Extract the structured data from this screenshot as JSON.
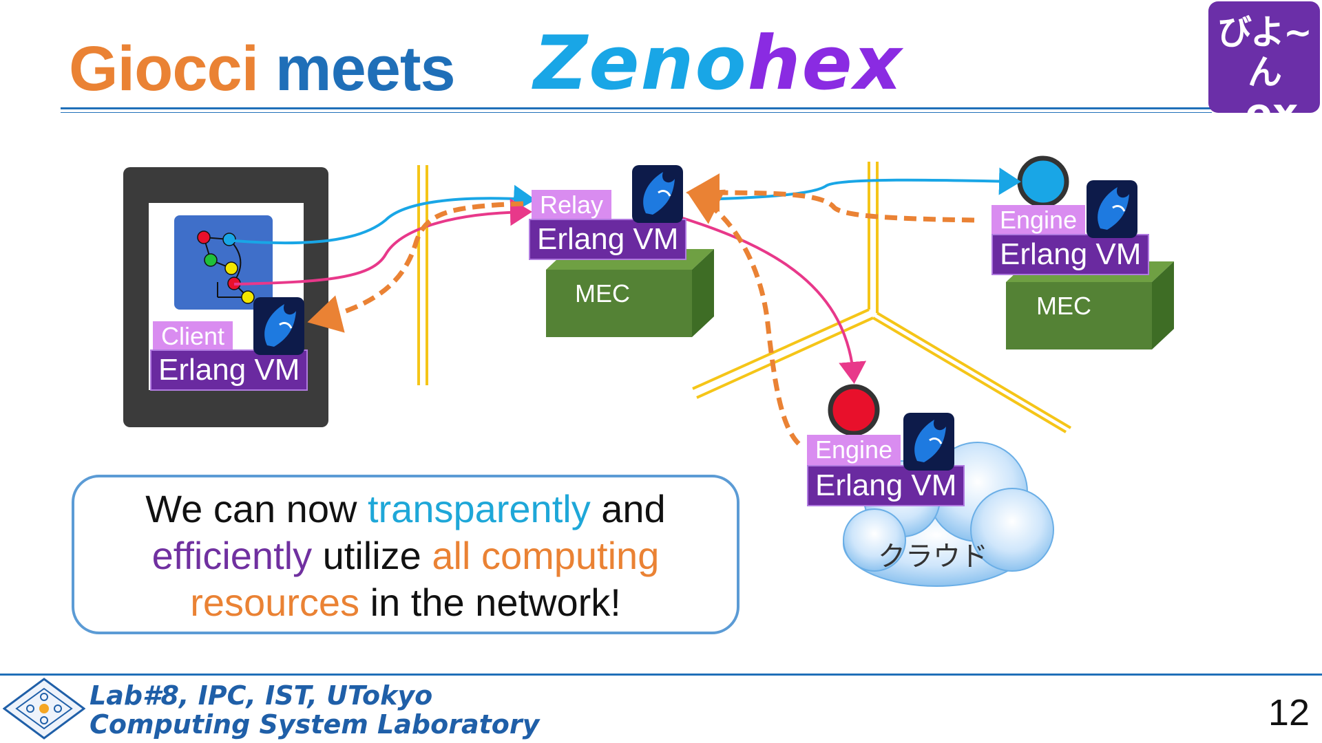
{
  "header": {
    "title_part1": "Giocci",
    "title_part2": "meets",
    "brand_part1": "Zeno",
    "brand_part2": "hex",
    "badge_line1": "びよ~ん",
    "badge_line2": ".ex"
  },
  "diagram": {
    "client_role": "Client",
    "client_vm": "Erlang VM",
    "relay_role": "Relay",
    "relay_vm": "Erlang VM",
    "relay_host": "MEC",
    "engine1_role": "Engine",
    "engine1_vm": "Erlang VM",
    "engine1_host": "MEC",
    "engine2_role": "Engine",
    "engine2_vm": "Erlang VM",
    "engine2_host": "クラウド",
    "colors": {
      "blue_flow": "#19a6e6",
      "pink_flow": "#e8388a",
      "orange_flow": "#ea8234",
      "network_line": "#f5c518",
      "mec_green": "#548235"
    }
  },
  "message": {
    "p1": "We can now ",
    "p2": "transparently",
    "p3": " and",
    "p4": "efficiently",
    "p5": " utilize ",
    "p6": "all computing",
    "p7": "resources",
    "p8": " in the network!"
  },
  "footer": {
    "lab_line1": "Lab#8, IPC, IST, UTokyo",
    "lab_line2": "Computing System Laboratory",
    "page_number": "12"
  }
}
